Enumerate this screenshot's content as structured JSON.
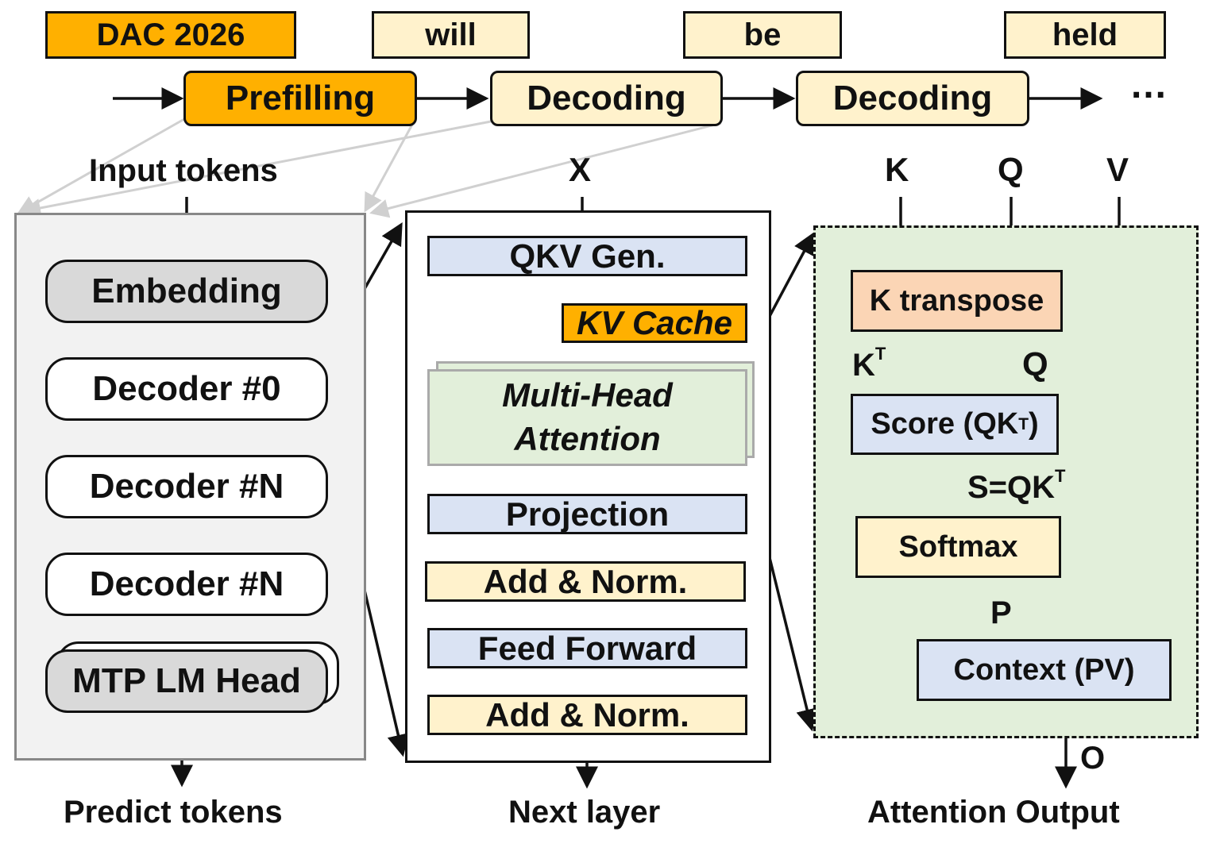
{
  "colors": {
    "orange": "#FFB000",
    "cream": "#FFF2CC",
    "blue": "#DAE3F3",
    "green": "#E2EFDA",
    "peach": "#FBD5B5",
    "gray_panel": "#F2F2F2",
    "gray_pill": "#D9D9D9",
    "line": "#111111",
    "faint_arrow": "#D0D0D0"
  },
  "tokens": [
    "DAC 2026",
    "will",
    "be",
    "held"
  ],
  "pipeline": {
    "stages": [
      "Prefilling",
      "Decoding",
      "Decoding"
    ],
    "ellipsis": "…"
  },
  "model": {
    "input_label": "Input tokens",
    "output_label": "Predict tokens",
    "blocks": [
      "Embedding",
      "Decoder #0",
      "Decoder #N",
      "Decoder #N",
      "MTP LM Head"
    ]
  },
  "decoder": {
    "input_label": "X",
    "output_label": "Next layer",
    "qkv": "QKV Gen.",
    "kv_cache": "KV Cache",
    "mha_line1": "Multi-Head",
    "mha_line2": "Attention",
    "projection": "Projection",
    "add_norm_1": "Add & Norm.",
    "feed_forward": "Feed Forward",
    "add_norm_2": "Add & Norm."
  },
  "attention": {
    "k_label": "K",
    "q_label": "Q",
    "v_label": "V",
    "k_transpose": "K transpose",
    "kt_label": "K",
    "kt_sup": "T",
    "q2_label": "Q",
    "score": "Score (QK",
    "score_sup": "T",
    "score_close": ")",
    "s_label": "S=QK",
    "s_sup": "T",
    "softmax": "Softmax",
    "p_label": "P",
    "context": "Context (PV)",
    "o_label": "O",
    "output_label": "Attention Output"
  }
}
